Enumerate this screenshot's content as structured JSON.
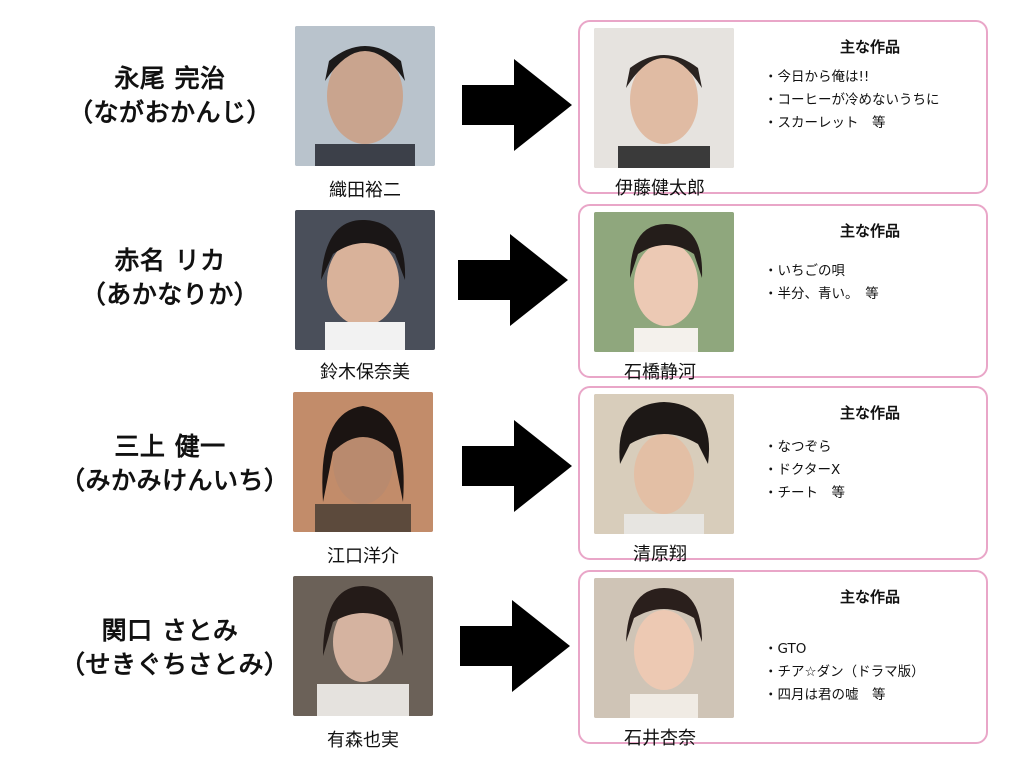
{
  "rows": [
    {
      "role_name": "永尾 完治",
      "role_kana": "（ながおかんじ）",
      "original_actor": "織田裕二",
      "new_actor": "伊藤健太郎",
      "works_title": "主な作品",
      "works": [
        "今日から俺は!!",
        "コーヒーが冷めないうちに",
        "スカーレット　等"
      ]
    },
    {
      "role_name": "赤名 リカ",
      "role_kana": "（あかなりか）",
      "original_actor": "鈴木保奈美",
      "new_actor": "石橋静河",
      "works_title": "主な作品",
      "works": [
        "いちごの唄",
        "半分、青い。　等"
      ]
    },
    {
      "role_name": "三上 健一",
      "role_kana": "（みかみけんいち）",
      "original_actor": "江口洋介",
      "new_actor": "清原翔",
      "works_title": "主な作品",
      "works": [
        "なつぞら",
        "ドクターX",
        "チート　等"
      ]
    },
    {
      "role_name": "関口 さとみ",
      "role_kana": "（せきぐちさとみ）",
      "original_actor": "有森也実",
      "new_actor": "石井杏奈",
      "works_title": "主な作品",
      "works": [
        "GTO",
        "チア☆ダン（ドラマ版）",
        "四月は君の嘘　等"
      ]
    }
  ],
  "colors": {
    "card_border": "#e9a6c8",
    "arrow": "#000000"
  }
}
